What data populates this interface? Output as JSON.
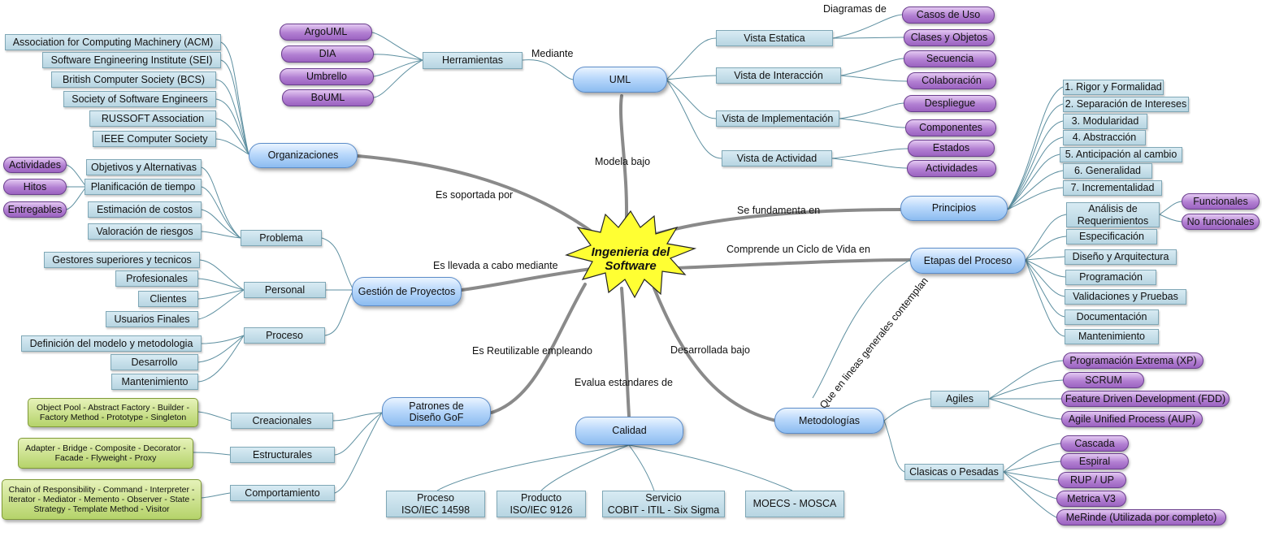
{
  "center": {
    "line1": "Ingenieria del",
    "line2": "Software"
  },
  "main": {
    "uml": "UML",
    "herramientas": "Herramientas",
    "organizaciones": "Organizaciones",
    "gestion": "Gestión de Proyectos",
    "patrones": "Patrones de Diseño GoF",
    "calidad": "Calidad",
    "metodologias": "Metodologías",
    "etapas": "Etapas del Proceso",
    "principios": "Principios"
  },
  "labels": {
    "mediante": "Mediante",
    "diagramas_de": "Diagramas de",
    "modela_bajo": "Modela bajo",
    "es_soportada_por": "Es soportada por",
    "se_fundamenta_en": "Se fundamenta en",
    "comprende": "Comprende un Ciclo de Vida en",
    "es_llevada": "Es llevada a cabo mediante",
    "reutilizable": "Es Reutilizable empleando",
    "desarrollada": "Desarrollada bajo",
    "evalua": "Evalua estandares de",
    "contemplan": "Que en lineas generales contemplan"
  },
  "uml": {
    "vistas": [
      "Vista Estatica",
      "Vista de Interacción",
      "Vista de Implementación",
      "Vista de Actividad"
    ],
    "diagramas": [
      "Casos de Uso",
      "Clases y Objetos",
      "Secuencia",
      "Colaboración",
      "Despliegue",
      "Componentes",
      "Estados",
      "Actividades"
    ]
  },
  "herramientas": [
    "ArgoUML",
    "DIA",
    "Umbrello",
    "BoUML"
  ],
  "organizaciones": [
    "Association for Computing Machinery (ACM)",
    "Software Engineering Institute (SEI)",
    "British Computer Society  (BCS)",
    "Society of Software Engineers",
    "RUSSOFT Association",
    "IEEE Computer Society"
  ],
  "gestion": {
    "problema": "Problema",
    "personal": "Personal",
    "proceso": "Proceso",
    "problema_items": [
      "Objetivos y Alternativas",
      "Planificación de tiempo",
      "Estimación de costos",
      "Valoración de riesgos"
    ],
    "planificacion_items": [
      "Actividades",
      "Hitos",
      "Entregables"
    ],
    "personal_items": [
      "Gestores superiores y tecnicos",
      "Profesionales",
      "Clientes",
      "Usuarios Finales"
    ],
    "proceso_items": [
      "Definición del modelo y metodologia",
      "Desarrollo",
      "Mantenimiento"
    ]
  },
  "patrones": {
    "creacionales": "Creacionales",
    "estructurales": "Estructurales",
    "comportamiento": "Comportamiento",
    "creacionales_text": "Object Pool - Abstract Factory - Builder - Factory Method - Prototype - Singleton",
    "estructurales_text": "Adapter - Bridge - Composite - Decorator - Facade - Flyweight - Proxy",
    "comportamiento_text": "Chain of Responsibility  - Command - Interpreter - Iterator - Mediator - Memento - Observer - State - Strategy - Template Method  - Visitor"
  },
  "calidad": {
    "proceso": [
      "Proceso",
      "ISO/IEC 14598"
    ],
    "producto": [
      "Producto",
      "ISO/IEC 9126"
    ],
    "servicio": [
      "Servicio",
      "COBIT - ITIL - Six Sigma"
    ],
    "moecs": "MOECS - MOSCA"
  },
  "principios": [
    "1. Rigor y Formalidad",
    "2. Separación de Intereses",
    "3. Modularidad",
    "4. Abstracción",
    "5. Anticipación al cambio",
    "6. Generalidad",
    "7. Incrementalidad"
  ],
  "etapas": {
    "analisis": [
      "Análisis de",
      "Requerimientos"
    ],
    "requerimientos": [
      "Funcionales",
      "No funcionales"
    ],
    "items": [
      "Especificación",
      "Diseño y Arquitectura",
      "Programación",
      "Validaciones y Pruebas",
      "Documentación",
      "Mantenimiento"
    ]
  },
  "metodologias": {
    "agiles": "Agiles",
    "clasicas": "Clasicas o Pesadas",
    "agiles_items": [
      "Programación Extrema (XP)",
      "SCRUM",
      "Feature Driven Development (FDD)",
      "Agile Unified Process (AUP)"
    ],
    "clasicas_items": [
      "Cascada",
      "Espiral",
      "RUP / UP",
      "Metrica V3",
      "MeRinde (Utilizada por completo)"
    ]
  },
  "colors": {
    "center_fill": "#ffff33",
    "main_link": "#8a8a8a",
    "link": "#5d8fa0"
  }
}
